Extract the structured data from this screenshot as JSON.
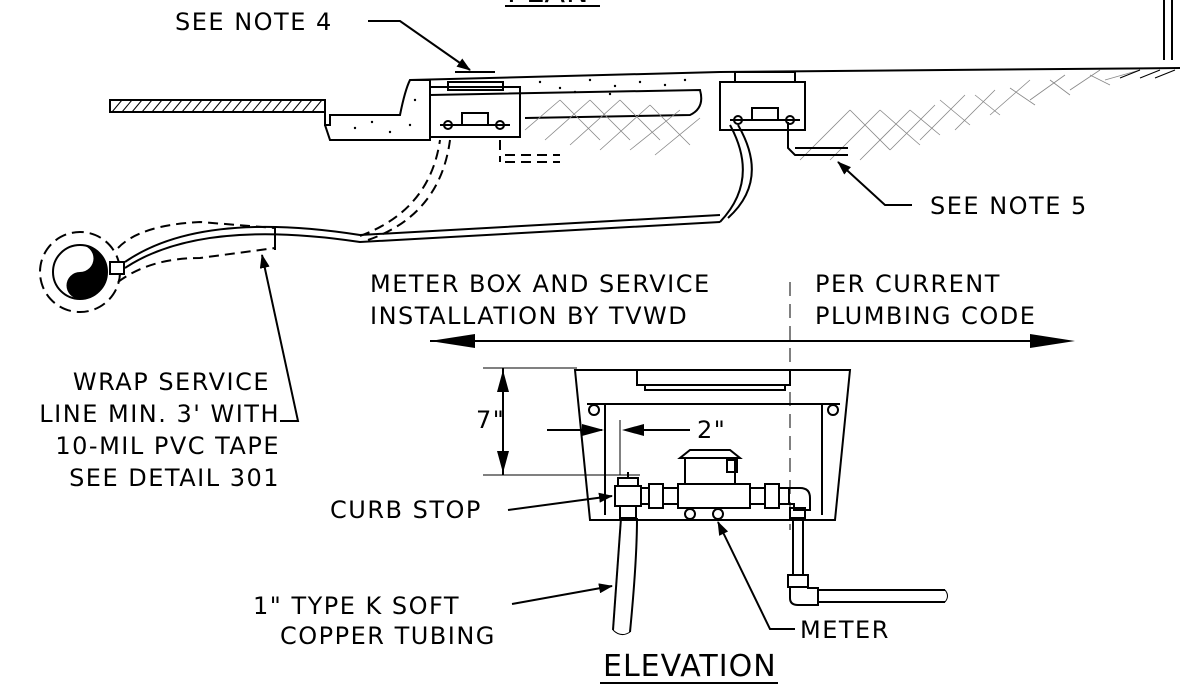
{
  "title": "ELEVATION",
  "top_title_fragment": "PLAN",
  "notes": {
    "note4": "SEE NOTE 4",
    "note5": "SEE NOTE 5"
  },
  "zones": {
    "left_line1": "METER BOX AND SERVICE",
    "left_line2": "INSTALLATION BY TVWD",
    "right_line1": "PER CURRENT",
    "right_line2": "PLUMBING CODE"
  },
  "wrap_note": {
    "line1": "WRAP SERVICE",
    "line2": "LINE MIN. 3' WITH",
    "line3": "10-MIL PVC TAPE",
    "line4": "SEE DETAIL 301"
  },
  "dimensions": {
    "depth": "7\"",
    "offset": "2\""
  },
  "callouts": {
    "curb_stop": "CURB STOP",
    "tubing_line1": "1\" TYPE K SOFT",
    "tubing_line2": "COPPER TUBING",
    "meter": "METER"
  }
}
